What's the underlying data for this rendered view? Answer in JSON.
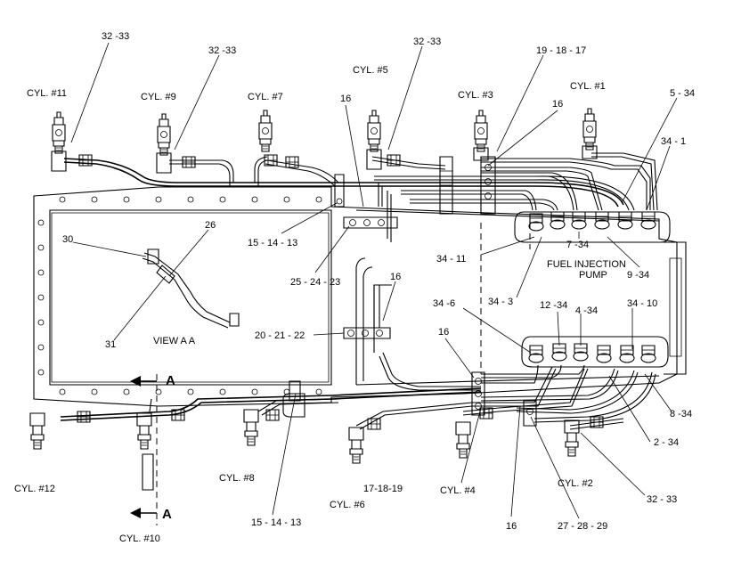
{
  "cylinders": {
    "c11": "CYL. #11",
    "c9": "CYL. #9",
    "c7": "CYL. #7",
    "c5": "CYL. #5",
    "c3": "CYL. #3",
    "c1": "CYL. #1",
    "c12": "CYL. #12",
    "c10": "CYL. #10",
    "c8": "CYL. #8",
    "c6": "CYL. #6",
    "c4": "CYL. #4",
    "c2": "CYL. #2"
  },
  "callouts": {
    "l32_33_a": "32 -33",
    "l32_33_b": "32 -33",
    "l32_33_c": "32 -33",
    "l32_33_d": "32 - 33",
    "l19_18_17": "19 - 18 - 17",
    "l5_34": "5 - 34",
    "l34_1": "34 - 1",
    "l16_a": "16",
    "l16_b": "16",
    "l16_c": "16",
    "l16_d": "16",
    "l16_e": "16",
    "l15_14_13_a": "15 - 14 - 13",
    "l15_14_13_b": "15 - 14 - 13",
    "l26": "26",
    "l30": "30",
    "l31": "31",
    "l25_24_23": "25 - 24 - 23",
    "l34_11": "34 - 11",
    "l7_34": "7 -34",
    "l9_34": "9 -34",
    "l34_3": "34 - 3",
    "l34_6": "34 -6",
    "l12_34": "12 -34",
    "l4_34": "4 -34",
    "l34_10": "34 - 10",
    "l20_21_22": "20 - 21 - 22",
    "l8_34": "8 -34",
    "l2_34": "2 - 34",
    "l17_18_19": "17-18-19",
    "l27_28_29": "27 - 28 - 29"
  },
  "pump_label": [
    "FUEL  INJECTION",
    "PUMP"
  ],
  "view_label": "VIEW  A A",
  "section_mark": "A"
}
